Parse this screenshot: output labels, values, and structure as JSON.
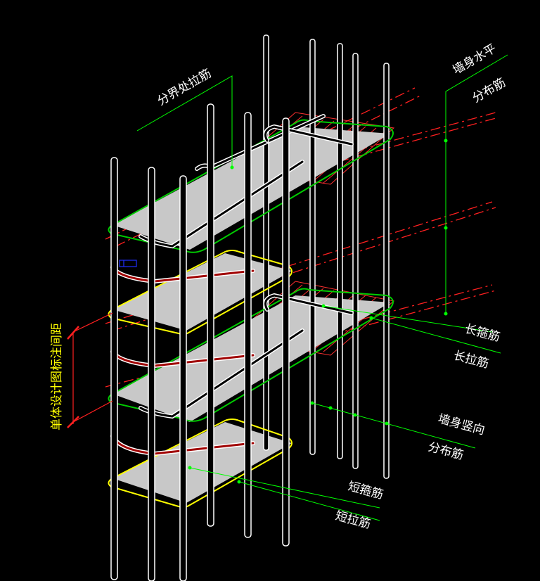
{
  "labels": {
    "boundary_tie": "分界处拉筋",
    "wall_horizontal_top": "墙身水平",
    "wall_horizontal_bottom": "分布筋",
    "long_stirrup": "长箍筋",
    "long_tie": "长拉筋",
    "wall_vertical_top": "墙身竖向",
    "wall_vertical_bottom": "分布筋",
    "short_stirrup": "短箍筋",
    "short_tie": "短拉筋",
    "spacing_note": "单体设计图标注间距"
  },
  "colors": {
    "background": "#000000",
    "rebar": "#ffffff",
    "stirrup_green": "#00cc00",
    "stirrup_yellow": "#ffff00",
    "slab_fill": "#c8c8c8",
    "dim_line": "#ff2020",
    "hatch": "#ff3030",
    "leader": "#00ff00",
    "marker_blue": "#2030ff"
  }
}
